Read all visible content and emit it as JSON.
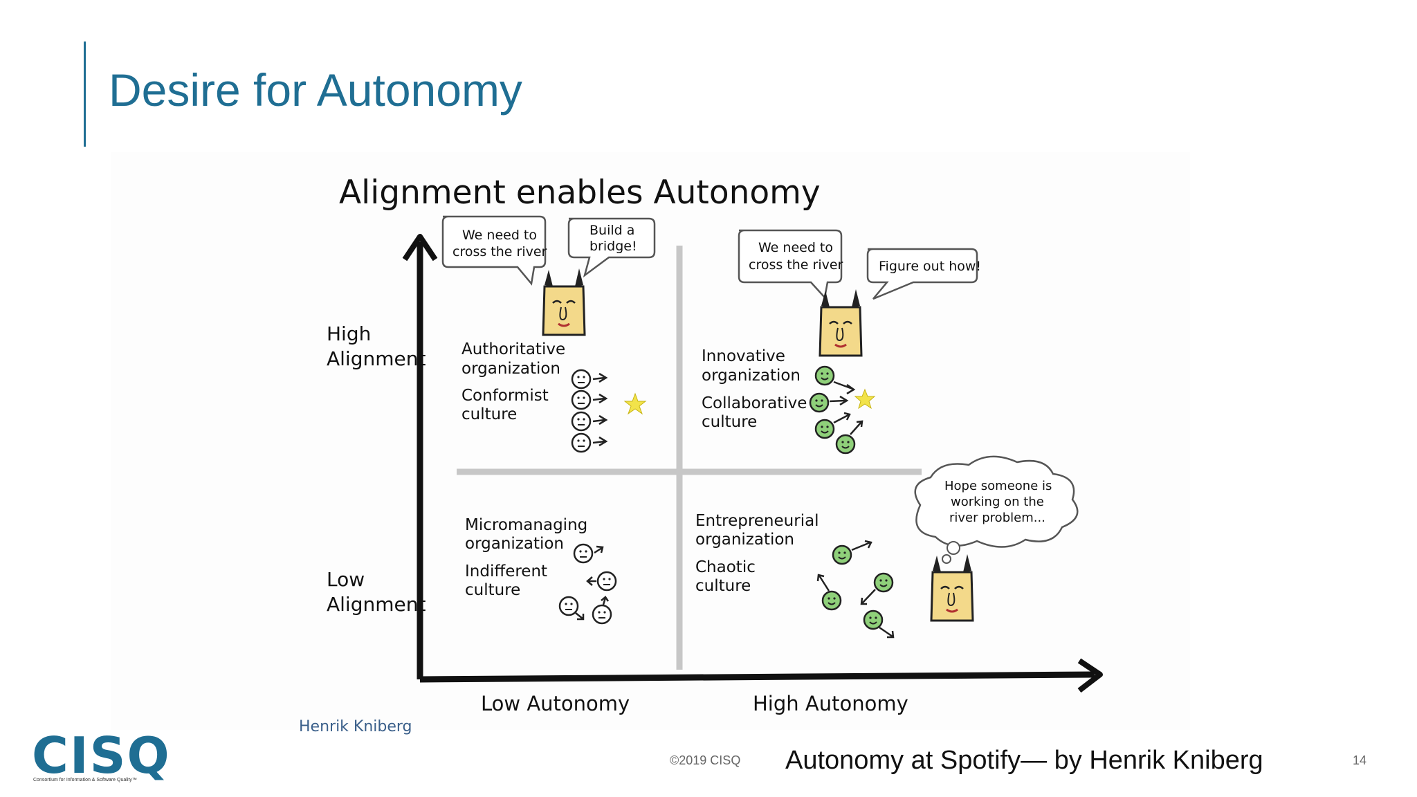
{
  "slide": {
    "title": "Desire for Autonomy",
    "copyright": "©2019 CISQ",
    "caption": "Autonomy at Spotify— by Henrik Kniberg",
    "page_number": "14"
  },
  "logo": {
    "text": "CISQ",
    "tagline": "Consortium for Information & Software Quality™"
  },
  "diagram": {
    "title": "Alignment enables Autonomy",
    "y_axis": {
      "high_line1": "High",
      "high_line2": "Alignment",
      "low_line1": "Low",
      "low_line2": "Alignment"
    },
    "x_axis": {
      "low": "Low Autonomy",
      "high": "High Autonomy"
    },
    "author": "Henrik Kniberg",
    "quadrants": {
      "top_left": {
        "org_line1": "Authoritative",
        "org_line2": "organization",
        "culture_line1": "Conformist",
        "culture_line2": "culture",
        "bubble1_line1": "We need to",
        "bubble1_line2": "cross the river",
        "bubble2_line1": "Build a",
        "bubble2_line2": "bridge!"
      },
      "top_right": {
        "org_line1": "Innovative",
        "org_line2": "organization",
        "culture_line1": "Collaborative",
        "culture_line2": "culture",
        "bubble1_line1": "We need to",
        "bubble1_line2": "cross the river",
        "bubble2_line1": "Figure out how!"
      },
      "bottom_left": {
        "org_line1": "Micromanaging",
        "org_line2": "organization",
        "culture_line1": "Indifferent",
        "culture_line2": "culture"
      },
      "bottom_right": {
        "org_line1": "Entrepreneurial",
        "org_line2": "organization",
        "culture_line1": "Chaotic",
        "culture_line2": "culture",
        "thought_line1": "Hope someone is",
        "thought_line2": "working on the",
        "thought_line3": "river problem..."
      }
    }
  },
  "colors": {
    "title_blue": "#1f6e93",
    "green_face": "#8fd07a",
    "white_face": "#ffffff",
    "boss_face": "#f3d98a",
    "star": "#f2e34a",
    "grid_gray": "#c7c7c7"
  }
}
